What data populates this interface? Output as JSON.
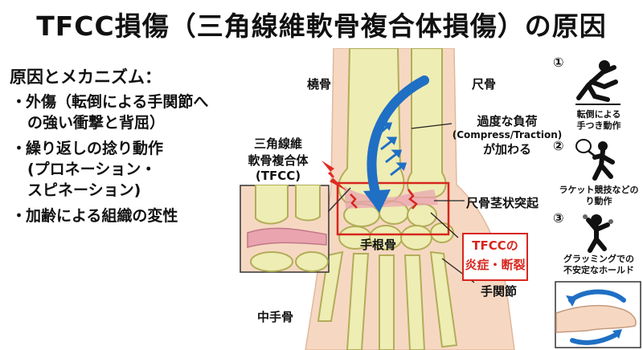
{
  "title": "TFCC損傷（三角線維軟骨複合体損傷）の原因",
  "causes": {
    "heading": "原因とメカニズム：",
    "items": [
      {
        "lines": [
          "外傷（転倒による手関節へ",
          "の強い衝撃と背屈）"
        ]
      },
      {
        "lines": [
          "繰り返しの捻り動作",
          "(プロネーション・",
          "スピネーション)"
        ]
      },
      {
        "lines": [
          "加齢による組織の変性"
        ]
      }
    ],
    "bullet_char": "・"
  },
  "anatomy": {
    "radius": "橈骨",
    "ulna": "尺骨",
    "tfcc_lines": [
      "三角線維",
      "軟骨複合体",
      "(TFCC)"
    ],
    "load_lines": [
      "過度な負荷",
      "(Compress/Traction)",
      "が加わる"
    ],
    "ulnar_styloid": "尺骨茎状突起",
    "carpal": "手根骨",
    "damage_lines": [
      "TFCCの",
      "炎症・断裂"
    ],
    "wrist_joint": "手関節",
    "metacarpal": "中手骨"
  },
  "examples": [
    {
      "number": "①",
      "lines": [
        "転倒による",
        "手つき動作"
      ],
      "icon": "falling-person-icon"
    },
    {
      "number": "②",
      "lines": [
        "ラケット競技などの",
        "り動作"
      ],
      "icon": "tennis-player-icon"
    },
    {
      "number": "③",
      "lines": [
        "グラッミングでの",
        "不安定なホールド"
      ],
      "icon": "climber-icon"
    }
  ],
  "colors": {
    "bone": "#eeedb4",
    "bone_outline": "#b2ad58",
    "skin": "#f6d8c2",
    "arrow_blue": "#1f6fc4",
    "accent_red": "#d7261e"
  }
}
